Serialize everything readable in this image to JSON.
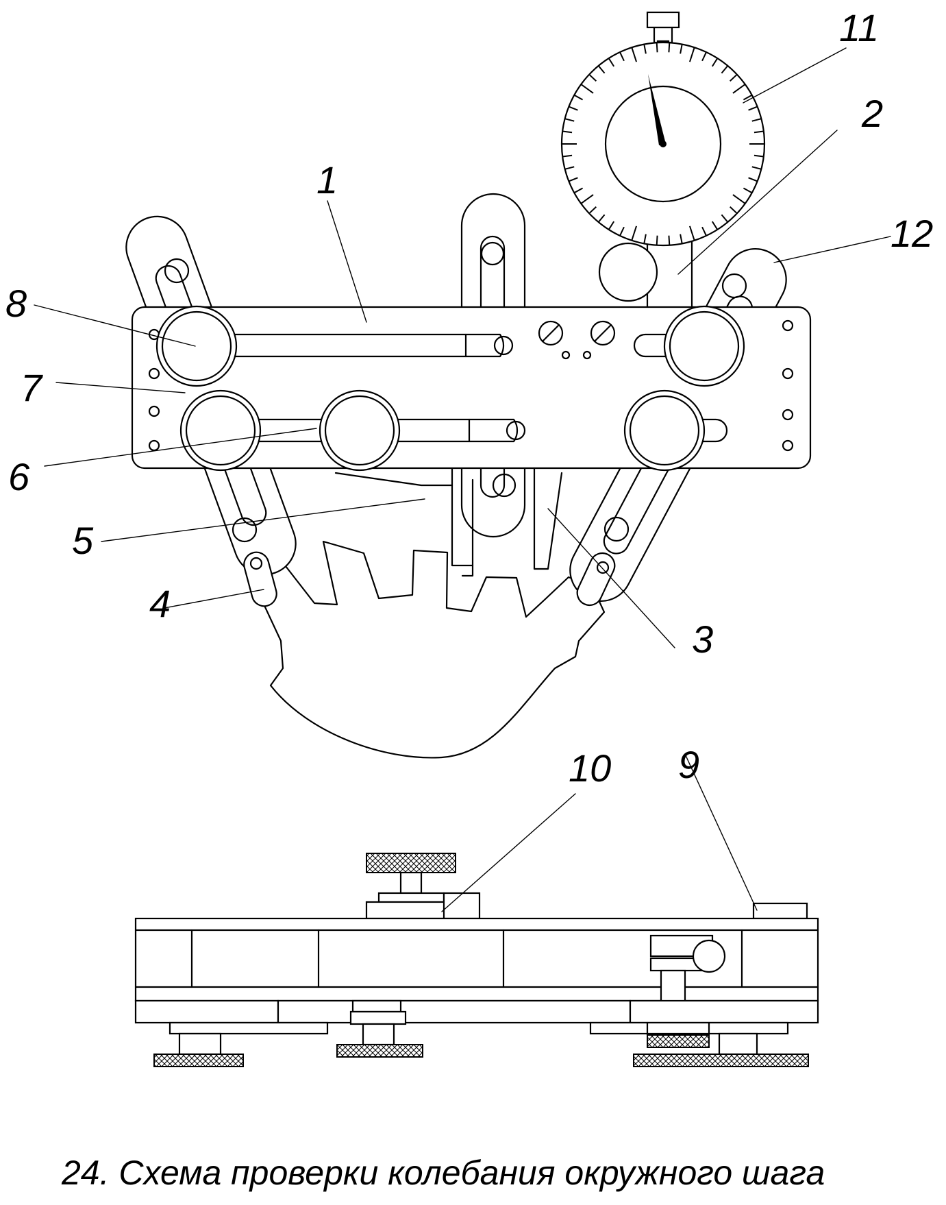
{
  "caption": "24. Схема проверки колебания окружного шага",
  "labels": {
    "l1": "1",
    "l2": "2",
    "l3": "3",
    "l4": "4",
    "l5": "5",
    "l6": "6",
    "l7": "7",
    "l8": "8",
    "l9": "9",
    "l10": "10",
    "l11": "11",
    "l12": "12"
  }
}
